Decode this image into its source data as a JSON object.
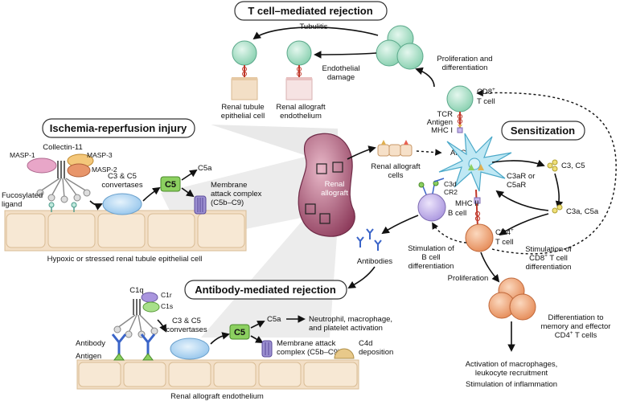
{
  "titles": {
    "t_cell": "T cell–mediated rejection",
    "ischemia": "Ischemia-reperfusion injury",
    "sensitization": "Sensitization",
    "antibody": "Antibody-mediated rejection"
  },
  "top": {
    "tubulitis": "Tubulitis",
    "endothelial_damage_1": "Endothelial",
    "endothelial_damage_2": "damage",
    "renal_tubule_1": "Renal tubule",
    "renal_tubule_2": "epithelial cell",
    "renal_allograft_endo_1": "Renal allograft",
    "renal_allograft_endo_2": "endothelium",
    "prolif_1": "Proliferation and",
    "prolif_2": "differentiation",
    "cd8": "CD8",
    "cd8_sup": "+",
    "t_cell": "T cell",
    "tcr": "TCR",
    "antigen": "Antigen",
    "mhc1": "MHC I"
  },
  "ischemia": {
    "collectin": "Collectin-11",
    "masp1": "MASP-1",
    "masp3": "MASP-3",
    "masp2": "MASP-2",
    "fucosylated_1": "Fucosylated",
    "fucosylated_2": "ligand",
    "c3c5_1": "C3 & C5",
    "c3c5_2": "convertases",
    "c5": "C5",
    "c5a": "C5a",
    "mac_1": "Membrane",
    "mac_2": "attack complex",
    "mac_3": "(C5b–C9)",
    "caption": "Hypoxic or stressed renal tubule epithelial cell"
  },
  "center": {
    "kidney_1": "Renal",
    "kidney_2": "allograft",
    "allograft_cells_1": "Renal allograft",
    "allograft_cells_2": "cells",
    "apc": "APC"
  },
  "sensitization": {
    "c3ar_1": "C3aR or",
    "c3ar_2": "C5aR",
    "c3c5": "C3, C5",
    "c3a_c5a": "C3a, C5a",
    "c3d": "C3d",
    "cr2": "CR2",
    "mhc2": "MHC II",
    "b_cell": "B cell",
    "cd4": "CD4",
    "cd4_sup": "+",
    "t_cell": "T cell",
    "antibodies": "Antibodies",
    "stim_b_1": "Stimulation of",
    "stim_b_2": "B cell",
    "stim_b_3": "differentiation",
    "stim_cd8_1": "Stimulation of",
    "stim_cd8_2a": "CD8",
    "stim_cd8_2b": " T cell",
    "stim_cd8_3": "differentiation",
    "proliferation": "Proliferation",
    "diff_1": "Differentiation to",
    "diff_2": "memory and effector",
    "diff_3a": "CD4",
    "diff_3b": " T cells",
    "act_1": "Activation of macrophages,",
    "act_2": "leukocyte recruitment",
    "act_3": "Stimulation of inflammation"
  },
  "antibody": {
    "c1q": "C1q",
    "c1r": "C1r",
    "c1s": "C1s",
    "c3c5_1": "C3 & C5",
    "c3c5_2": "convertases",
    "c5": "C5",
    "c5a": "C5a",
    "neutrophil_1": "Neutrophil, macrophage,",
    "neutrophil_2": "and platelet activation",
    "mac_1": "Membrane attack",
    "mac_2": "complex (C5b–C9)",
    "c4d_1": "C4d",
    "c4d_2": "deposition",
    "antibody_lbl": "Antibody",
    "antigen_lbl": "Antigen",
    "caption": "Renal allograft endothelium"
  },
  "colors": {
    "t_cell": "#a8e0c8",
    "b_cell": "#c9b8ee",
    "cd4_cell": "#f2a878",
    "apc": "#bfe8f4",
    "kidney": "#a0506e",
    "c5_box": "#8cd060",
    "convertase": "#aed6f2",
    "epithelium": "#f3dfc6",
    "mac": "#9b8fd0",
    "antibody": "#3a64c8"
  }
}
